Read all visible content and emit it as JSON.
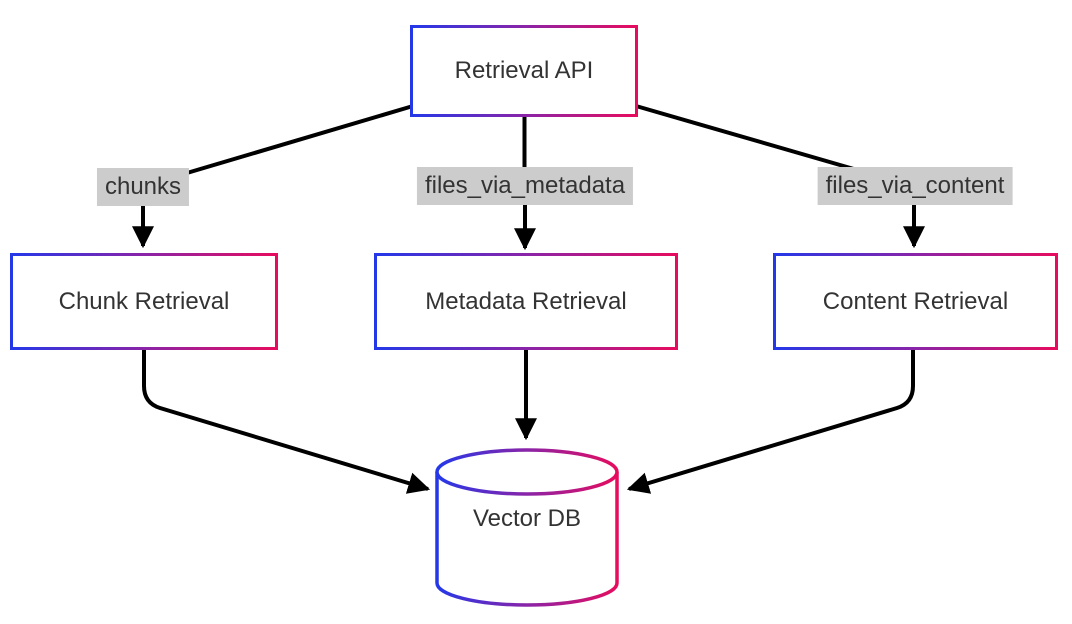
{
  "diagram": {
    "type": "flowchart",
    "nodes": [
      {
        "id": "retrieval-api",
        "label": "Retrieval API",
        "shape": "rect"
      },
      {
        "id": "chunk-retrieval",
        "label": "Chunk Retrieval",
        "shape": "rect"
      },
      {
        "id": "metadata-retrieval",
        "label": "Metadata Retrieval",
        "shape": "rect"
      },
      {
        "id": "content-retrieval",
        "label": "Content Retrieval",
        "shape": "rect"
      },
      {
        "id": "vector-db",
        "label": "Vector DB",
        "shape": "cylinder"
      }
    ],
    "edges": [
      {
        "from": "Retrieval API",
        "to": "Chunk Retrieval",
        "label": "chunks"
      },
      {
        "from": "Retrieval API",
        "to": "Metadata Retrieval",
        "label": "files_via_metadata"
      },
      {
        "from": "Retrieval API",
        "to": "Content Retrieval",
        "label": "files_via_content"
      },
      {
        "from": "Chunk Retrieval",
        "to": "Vector DB",
        "label": ""
      },
      {
        "from": "Metadata Retrieval",
        "to": "Vector DB",
        "label": ""
      },
      {
        "from": "Content Retrieval",
        "to": "Vector DB",
        "label": ""
      }
    ],
    "colors": {
      "border_gradient_start": "#2438e8",
      "border_gradient_mid": "#8a24a8",
      "border_gradient_end": "#e60c5e",
      "edge_color": "#000000",
      "edge_label_bg": "#cccccc",
      "text": "#333333",
      "node_fill": "#ffffff",
      "background": "#ffffff"
    }
  }
}
